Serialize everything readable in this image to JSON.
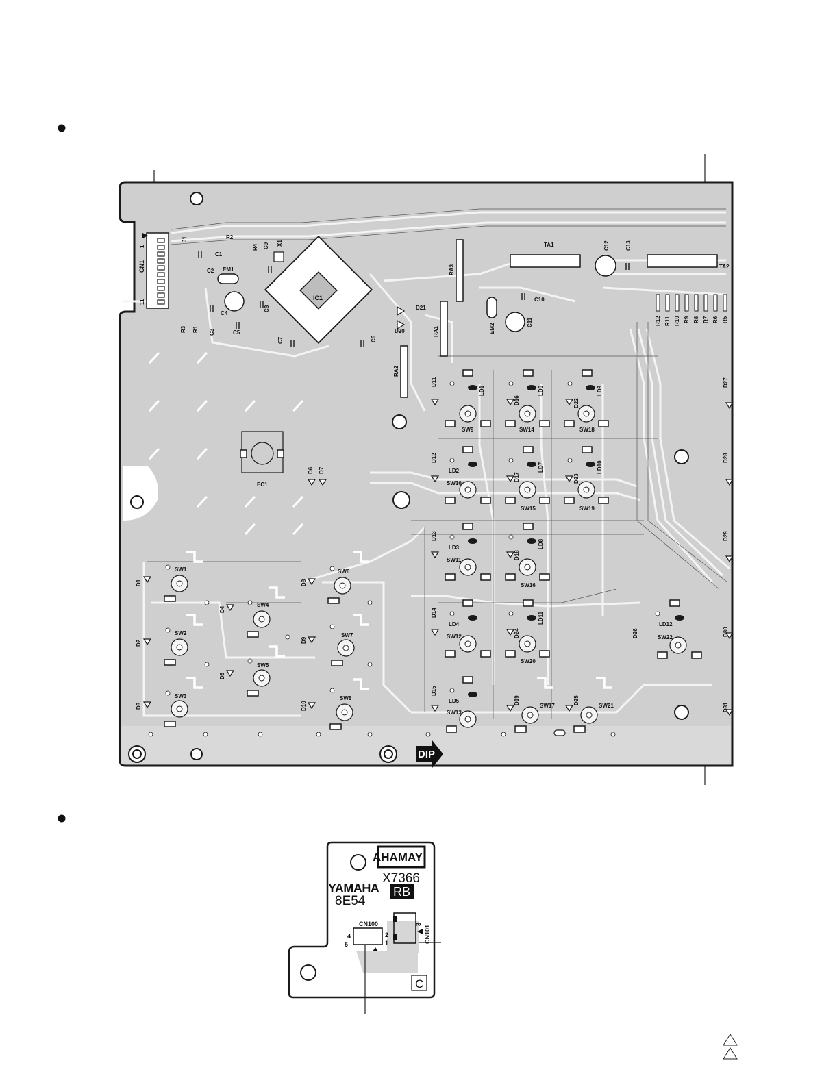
{
  "main_board": {
    "connector": "CN1",
    "connector_pins": [
      "1",
      "11"
    ],
    "ic": "IC1",
    "crystal": "X1",
    "jack": "EC1",
    "dip_marker": "DIP",
    "arrays": [
      "RA1",
      "RA2",
      "RA3",
      "TA1",
      "TA2"
    ],
    "resistors": [
      "R1",
      "R2",
      "R3",
      "R4",
      "R5",
      "R6",
      "R7",
      "R8",
      "R9",
      "R10",
      "R11",
      "R12"
    ],
    "capacitors": [
      "C1",
      "C2",
      "C3",
      "C4",
      "C5",
      "C6",
      "C7",
      "C8",
      "C9",
      "C10",
      "C11",
      "C12",
      "C13"
    ],
    "emi": [
      "EM1",
      "EM2"
    ],
    "jumper": "J1",
    "switches": {
      "SW1": "SW1",
      "SW2": "SW2",
      "SW3": "SW3",
      "SW4": "SW4",
      "SW5": "SW5",
      "SW6": "SW6",
      "SW7": "SW7",
      "SW8": "SW8",
      "SW9": "SW9",
      "SW10": "SW10",
      "SW11": "SW11",
      "SW12": "SW12",
      "SW13": "SW13",
      "SW14": "SW14",
      "SW15": "SW15",
      "SW16": "SW16",
      "SW17": "SW17",
      "SW18": "SW18",
      "SW19": "SW19",
      "SW20": "SW20",
      "SW21": "SW21",
      "SW22": "SW22"
    },
    "diodes": [
      "D1",
      "D2",
      "D3",
      "D4",
      "D5",
      "D6",
      "D7",
      "D8",
      "D9",
      "D10",
      "D11",
      "D12",
      "D13",
      "D14",
      "D15",
      "D16",
      "D17",
      "D18",
      "D19",
      "D20",
      "D21",
      "D22",
      "D23",
      "D24",
      "D25",
      "D26",
      "D27",
      "D28",
      "D29",
      "D30",
      "D31"
    ],
    "leds": [
      "LD1",
      "LD2",
      "LD3",
      "LD4",
      "LD5",
      "LD6",
      "LD7",
      "LD8",
      "LD9",
      "LD10",
      "LD11",
      "LD12"
    ]
  },
  "sub_board": {
    "brand": "YAMAHA",
    "brand_mirrored": "YAMAHA",
    "part_no": "X7366",
    "code": "8E54",
    "badge": "RB",
    "cn100": "CN100",
    "cn101": "CN101",
    "pins": [
      "4",
      "5",
      "2",
      "1",
      "3"
    ],
    "corner_mark": "C"
  },
  "colors": {
    "board_fill": "#cfcfcf",
    "board_outline": "#1a1a1a",
    "trace": "#f4f4f4",
    "pad": "#ffffff",
    "label": "#111111"
  }
}
